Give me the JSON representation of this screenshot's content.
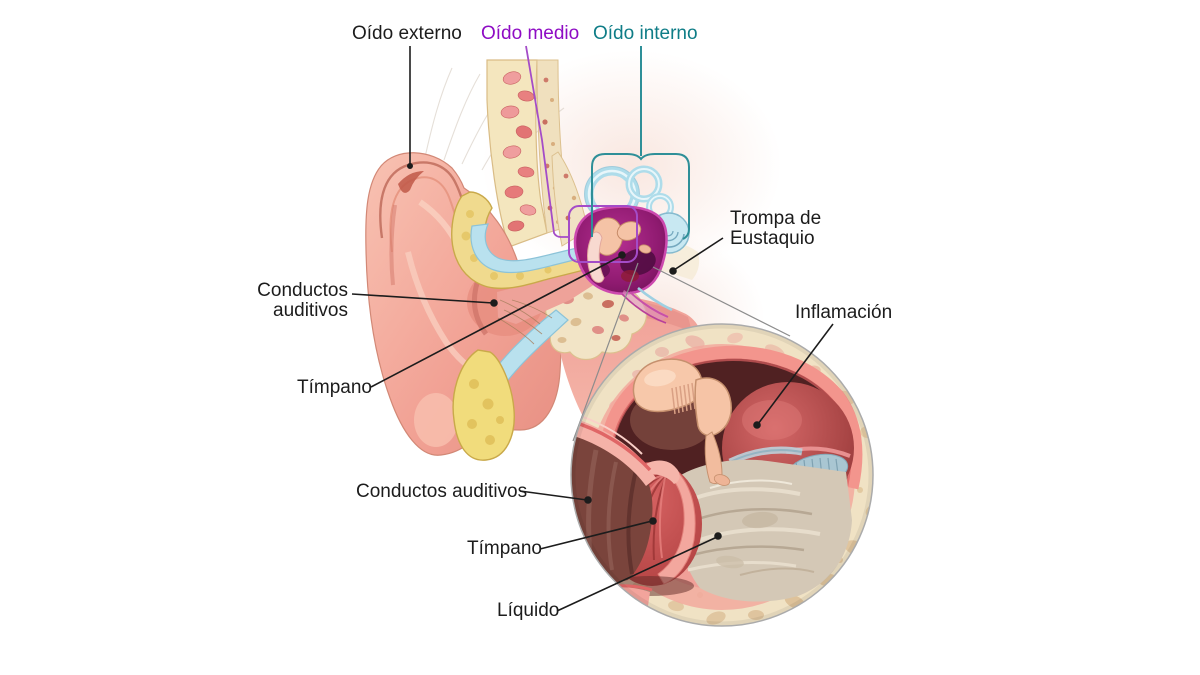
{
  "figure": {
    "type": "medical illustration",
    "subject": "Anatomía del oído / otitis media con efusión (corte del oído con ampliación del oído medio inflamado)",
    "language": "es",
    "background_color": "#ffffff"
  },
  "labels": {
    "oido_externo": {
      "text": "Oído externo",
      "color": "#1c1c1c"
    },
    "oido_medio": {
      "text": "Oído medio",
      "color": "#8e0cc4"
    },
    "oido_interno": {
      "text": "Oído interno",
      "color": "#0f7d87"
    },
    "trompa": {
      "line1": "Trompa de",
      "line2": "Eustaquio",
      "color": "#1c1c1c"
    },
    "inflamacion": {
      "text": "Inflamación",
      "color": "#1c1c1c"
    },
    "conductos_top": {
      "line1": "Conductos",
      "line2": "auditivos",
      "color": "#1c1c1c"
    },
    "timpano_top": {
      "text": "Tímpano",
      "color": "#1c1c1c"
    },
    "conductos_bottom": {
      "text": "Conductos auditivos",
      "color": "#1c1c1c"
    },
    "timpano_bottom": {
      "text": "Tímpano",
      "color": "#1c1c1c"
    },
    "liquido": {
      "text": "Líquido",
      "color": "#1c1c1c"
    }
  },
  "palette": {
    "accent_purple": "#a44cc8",
    "accent_teal": "#2e8f98",
    "leader_line": "#1c1c1c",
    "magnifier_line": "#8c8c8c",
    "skin": "#f2a396",
    "cartilage_blue": "#b9e1ee",
    "fat_yellow": "#f0da8e",
    "bone_cream": "#f0e2c4",
    "middle_ear_magenta": "#a9247f",
    "inner_ear_blue": "#bce2ee",
    "inflamed_red": "#c14a4a",
    "fluid_tan": "#d4c8b6"
  }
}
